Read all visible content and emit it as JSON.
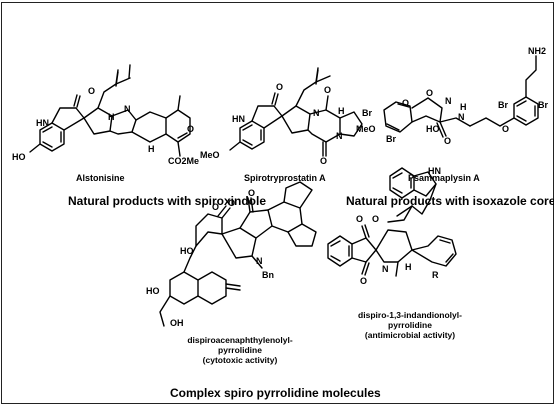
{
  "compounds": {
    "alstonisine": "Alstonisine",
    "spirotryprostatin": "Spirotryprostatin A",
    "psammaplysin": "Psammaplysin A",
    "dispiroacenaphthylenolyl": {
      "line1": "dispiroacenaphthylenolyl-",
      "line2": "pyrrolidine",
      "line3": "(cytotoxic activity)"
    },
    "dispiroindandionolyl": {
      "line1": "dispiro-1,3-indandionolyl-",
      "line2": "pyrrolidine",
      "line3": "(antimicrobial activity)"
    }
  },
  "headings": {
    "spiroxindole": "Natural products with spiroxindole",
    "isoxazole": "Natural products with isoxazole core",
    "pyrrolidine": "Complex spiro pyrrolidine molecules"
  },
  "atoms": {
    "o": "O",
    "hn": "HN",
    "n": "N",
    "h": "H",
    "ho": "HO",
    "co2me": "CO2Me",
    "meo": "MeO",
    "br": "Br",
    "nh2": "NH2",
    "bn": "Bn",
    "oh": "OH",
    "r": "R"
  }
}
